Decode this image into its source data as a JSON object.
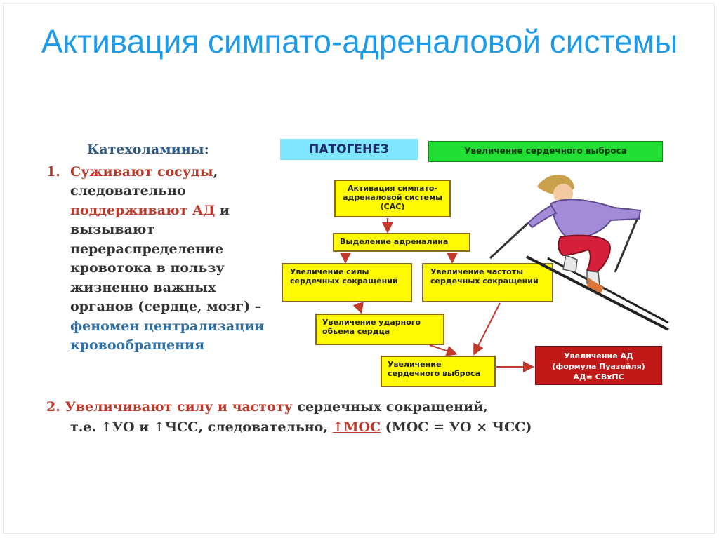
{
  "title": "Активация симпато-адреналовой системы",
  "left": {
    "heading": "Катехоламины:",
    "item1_number": "1.",
    "item1_part1": "Суживают сосуды",
    "item1_part2": ", следовательно ",
    "item1_part3": "поддерживают АД",
    "item1_part4": " и вызывают перераспределение кровотока в пользу жизненно важных органов (сердце, мозг) – ",
    "item1_part5": "феномен централизации кровообращения"
  },
  "bottom": {
    "item2_number": "2.",
    "item2_part1": "Увеличивают силу и частоту",
    "item2_part2": " сердечных сокращений,",
    "line2_part1": "т.е. ↑УО и ↑ЧСС, следовательно, ",
    "line2_part2": "↑МОС",
    "line2_part3": " (МОС = УО × ЧСС)"
  },
  "diagram": {
    "patogenez": "ПАТОГЕНЕЗ",
    "green_label": "Увеличение сердечного выброса",
    "box_sas": "Активация симпато-адреналовой системы (САС)",
    "box_adrenaline": "Выделение адреналина",
    "box_force": "Увеличение силы сердечных сокращений",
    "box_rate": "Увеличение частоты сердечных сокращений",
    "box_stroke": "Увеличение ударного обьема сердца",
    "box_output": "Увеличение сердечного выброса",
    "red_line1": "Увеличение АД",
    "red_line2": "(формула Пуазейля)",
    "red_line3": "АД= СВхПС"
  },
  "colors": {
    "title": "#1e9be8",
    "box_yellow": "#fffa00",
    "box_green": "#22dd33",
    "box_red": "#c11818",
    "arrow": "#c0392b"
  }
}
